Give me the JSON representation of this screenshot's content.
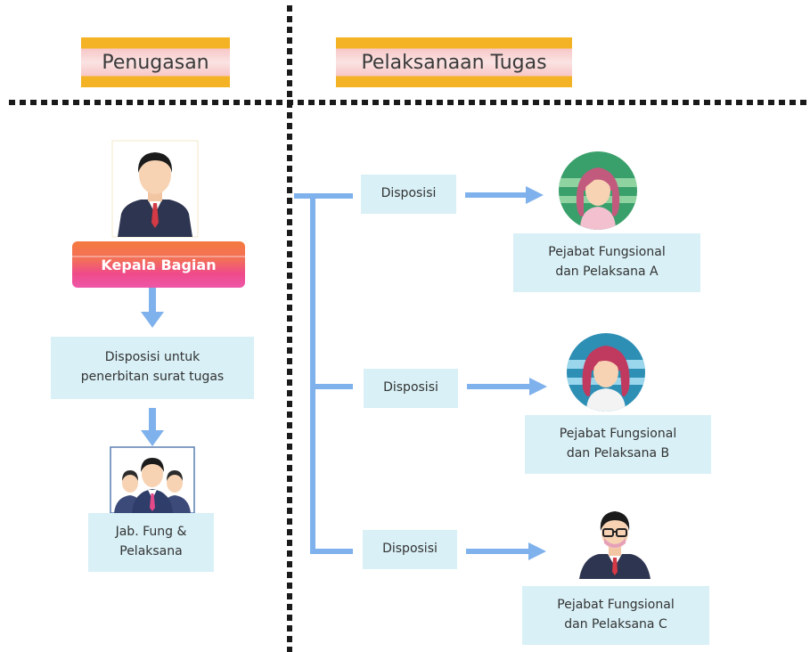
{
  "header": {
    "penugasan": "Penugasan",
    "pelaksanaan": "Pelaksanaan Tugas"
  },
  "left": {
    "kepala_bagian": "Kepala Bagian",
    "disposisi_surat": [
      "Disposisi untuk",
      "penerbitan surat tugas"
    ],
    "jab_fung": [
      "Jab. Fung &",
      "Pelaksana"
    ]
  },
  "right": {
    "rows": [
      {
        "disposisi": "Disposisi",
        "target": [
          "Pejabat Fungsional",
          "dan Pelaksana A"
        ]
      },
      {
        "disposisi": "Disposisi",
        "target": [
          "Pejabat Fungsional",
          "dan Pelaksana B"
        ]
      },
      {
        "disposisi": "Disposisi",
        "target": [
          "Pejabat Fungsional",
          "dan Pelaksana C"
        ]
      }
    ]
  },
  "colors": {
    "header_orange": "#f4b324",
    "header_pink": "#f7c6c6",
    "box_cyan": "#d8f0f6",
    "arrow_blue": "#7fb1ec",
    "kabag_gradient": [
      "#f47a3e",
      "#ee58a8"
    ]
  },
  "icons": [
    "male-manager-icon",
    "group-people-icon",
    "female-officer-a-icon",
    "female-officer-b-icon",
    "male-officer-c-icon"
  ]
}
